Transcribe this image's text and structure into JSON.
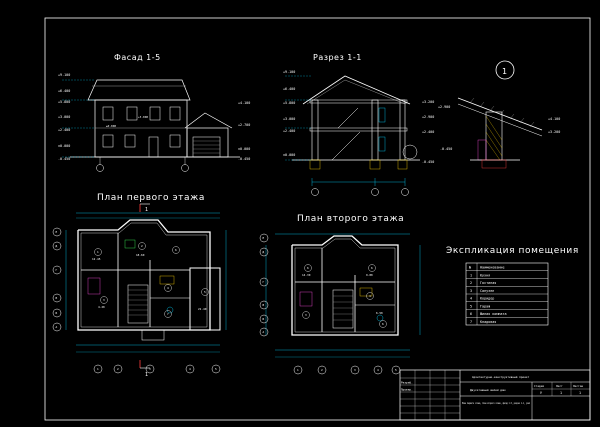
{
  "titles": {
    "facade": "Фасад 1-5",
    "section": "Разрез 1-1",
    "plan1": "План первого этажа",
    "plan2": "План второго этажа",
    "node_number": "1",
    "explication": "Экспликация помещения"
  },
  "explication": {
    "header": [
      "№",
      "Наименование"
    ],
    "rows": [
      {
        "n": "1",
        "name": "Кухня"
      },
      {
        "n": "2",
        "name": "Гостиная"
      },
      {
        "n": "3",
        "name": "Санузел"
      },
      {
        "n": "4",
        "name": "Коридор"
      },
      {
        "n": "5",
        "name": "Гараж"
      },
      {
        "n": "6",
        "name": "Жилая комната"
      },
      {
        "n": "7",
        "name": "Кладовая"
      }
    ]
  },
  "stamp": {
    "project": "Архитектурно-конструктивный проект",
    "object": "Двухэтажный жилой дом",
    "sheet_content": "План первого этажа, план второго этажа, фасад 1-5, разрез 1-1, узел",
    "col_stage": "Стадия",
    "col_sheet": "Лист",
    "col_sheets": "Листов",
    "val_stage": "У",
    "val_sheet": "1",
    "val_sheets": "1",
    "role_dev": "Разраб.",
    "role_check": "Провер."
  },
  "axes": {
    "letters": [
      "А",
      "Б",
      "В",
      "Г",
      "Д",
      "Е"
    ],
    "numbers": [
      "1",
      "2",
      "3",
      "4",
      "5"
    ],
    "cut": "1"
  },
  "elevations": {
    "facade_left": [
      "+9.100",
      "+6.400",
      "+5.800",
      "+3.000",
      "+2.400",
      "±0.000",
      "-0.450"
    ],
    "facade_right": [
      "+4.100",
      "+2.700",
      "±0.000",
      "-0.450"
    ],
    "section_left": [
      "+9.100",
      "+6.400",
      "+5.800",
      "+3.000",
      "+2.400",
      "±0.000"
    ],
    "section_right": [
      "+3.200",
      "+2.900",
      "+2.400",
      "-0.450"
    ],
    "node": [
      "+4.100",
      "+3.200",
      "+2.900",
      "-0.450"
    ]
  },
  "rooms": {
    "plan1": [
      "1",
      "2",
      "3",
      "4",
      "5",
      "6",
      "7"
    ],
    "plan2": [
      "6",
      "6",
      "3",
      "4",
      "6"
    ]
  },
  "area_labels": [
    "12.45",
    "18.60",
    "4.20",
    "9.80",
    "21.40",
    "14.30",
    "6.50"
  ],
  "colors": {
    "background": "#000000",
    "lines": "#ffffff",
    "dimensions": "#00d5ff",
    "hatch": "#ffd400",
    "accent": "#ff3b3b"
  }
}
